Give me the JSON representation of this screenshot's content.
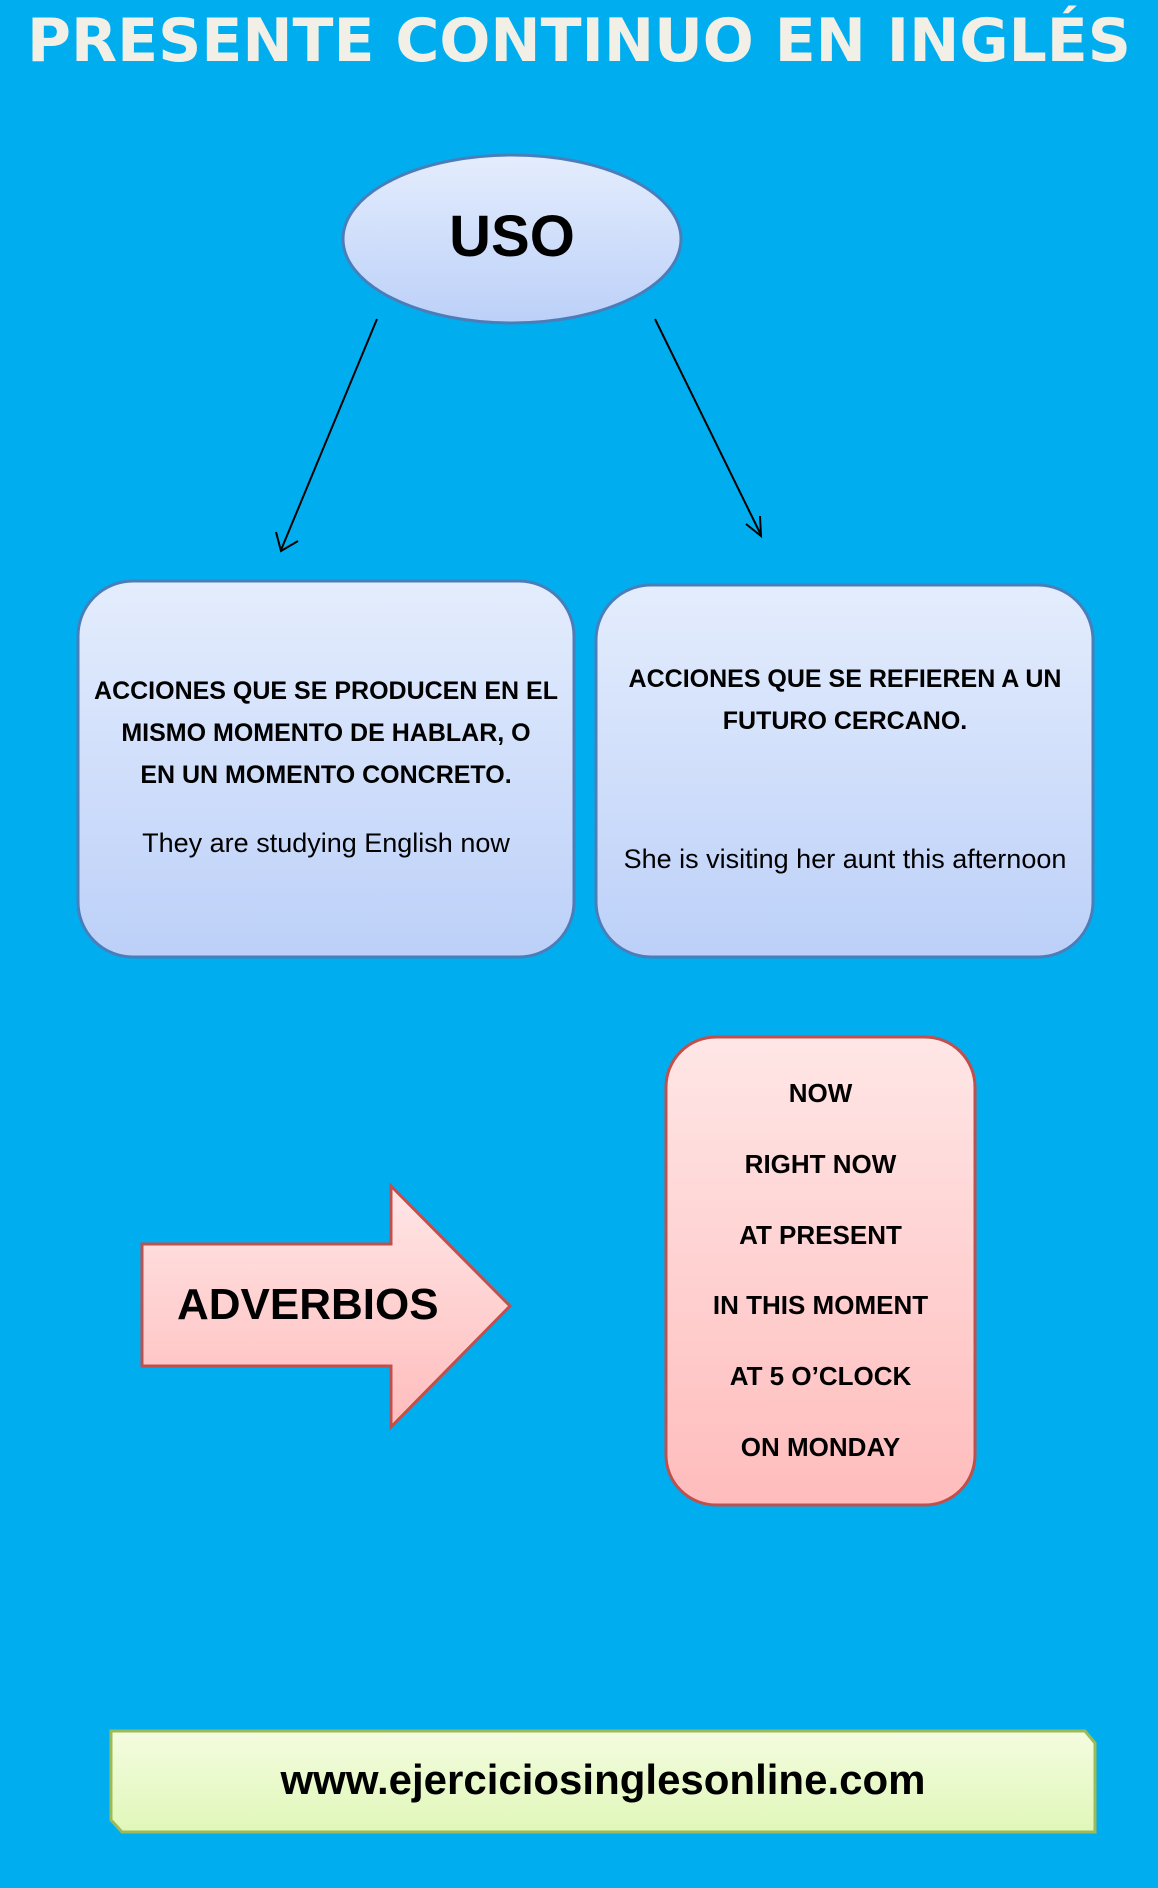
{
  "title": "PRESENTE CONTINUO EN INGLÉS",
  "center_node": "USO",
  "uses": [
    {
      "lines": [
        "ACCIONES QUE SE PRODUCEN EN EL",
        "MISMO MOMENTO DE HABLAR, O",
        "EN UN MOMENTO CONCRETO."
      ],
      "example": "They are studying English now"
    },
    {
      "lines": [
        "ACCIONES QUE SE REFIEREN A UN",
        "FUTURO CERCANO."
      ],
      "example": "She is visiting her aunt this afternoon"
    }
  ],
  "adverbs_label": "ADVERBIOS",
  "adverbs": [
    "NOW",
    "RIGHT NOW",
    "AT PRESENT",
    "IN THIS MOMENT",
    "AT 5 O’CLOCK",
    "ON MONDAY"
  ],
  "footer": "www.ejerciciosinglesonline.com",
  "colors": {
    "background": "#00AEEF",
    "title": "#F2F0E6",
    "blue_box": "#D6E3FB",
    "pink_box": "#FFD2D2",
    "footer_box": "#EAF8CC"
  }
}
